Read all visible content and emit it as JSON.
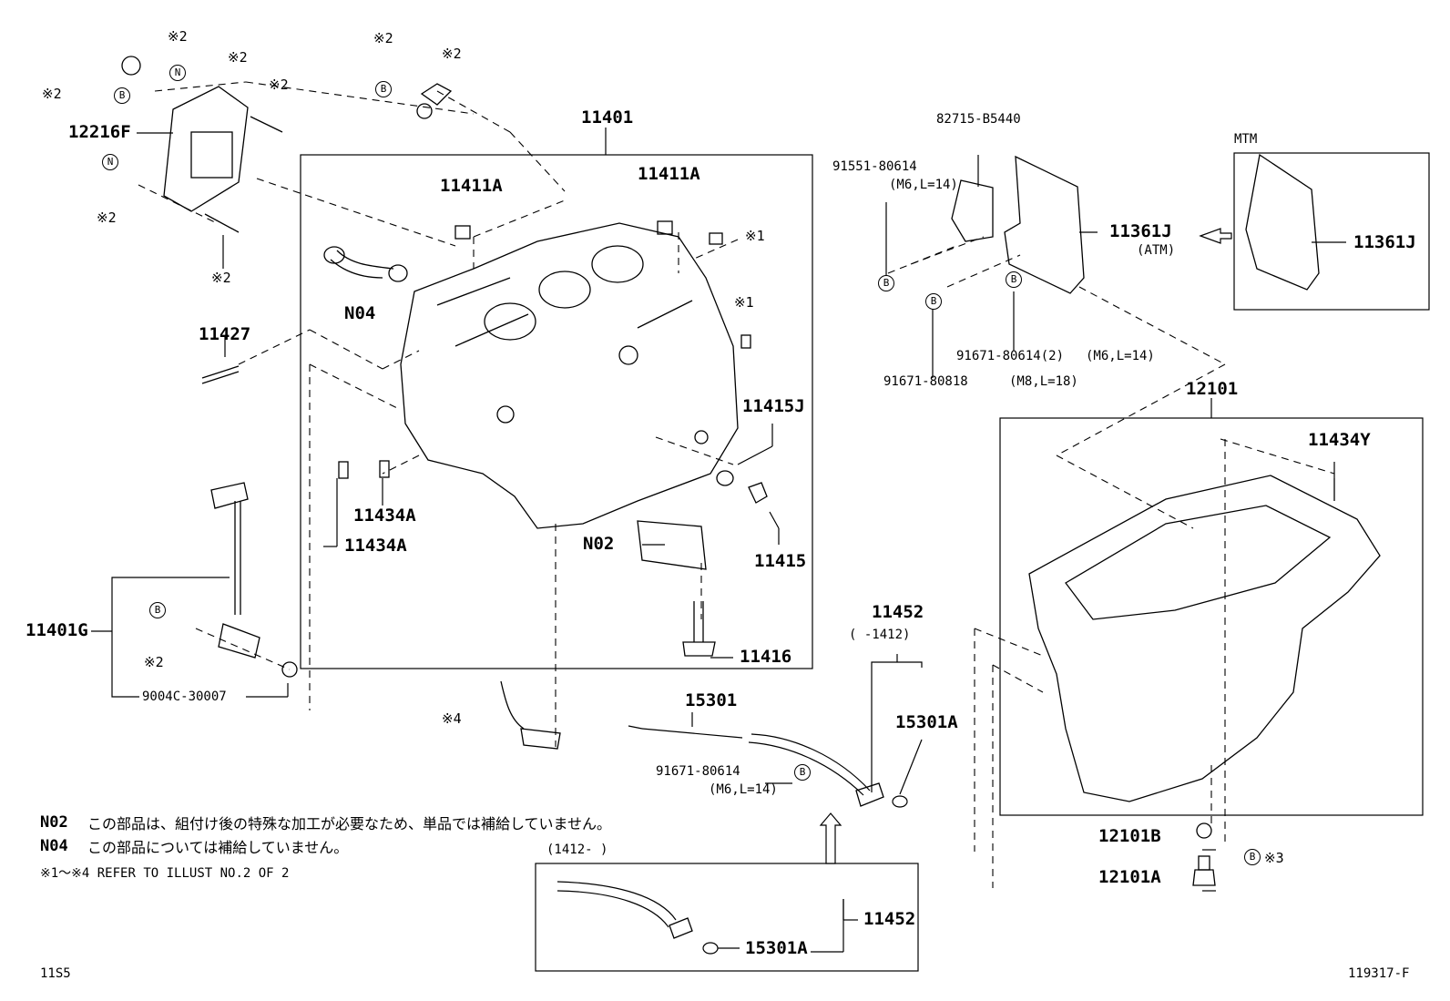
{
  "labels": {
    "p11401": "11401",
    "p11411a_1": "11411A",
    "p11411a_2": "11411A",
    "p12216f": "12216F",
    "pn04": "N04",
    "p11427": "11427",
    "p11415j": "11415J",
    "p11434a_1": "11434A",
    "p11434a_2": "11434A",
    "pn02": "N02",
    "p11415": "11415",
    "p11416": "11416",
    "p11401g": "11401G",
    "p9004c": "9004C-30007",
    "p82715": "82715-B5440",
    "p91551": "91551-80614",
    "p91551_spec": "(M6,L=14)",
    "p11361j_atm": "11361J",
    "atm": "(ATM)",
    "mtm": "MTM",
    "p11361j_mtm": "11361J",
    "p91671_80614_2": "91671-80614(2)",
    "p91671_80614_2_spec": "(M6,L=14)",
    "p91671_80818": "91671-80818",
    "p91671_80818_spec": "(M8,L=18)",
    "p12101": "12101",
    "p11434y": "11434Y",
    "p11452_top": "11452",
    "date_range_top": "(     -1412)",
    "p15301": "15301",
    "p15301a_top": "15301A",
    "p91671_80614": "91671-80614",
    "p91671_80614_spec": "(M6,L=14)",
    "p12101b": "12101B",
    "p12101a": "12101A",
    "date_range_bottom": "(1412-     )",
    "p11452_bottom": "11452",
    "p15301a_bottom": "15301A"
  },
  "marks": {
    "ref1": "※1",
    "ref2": "※2",
    "ref3": "※3",
    "ref4": "※4",
    "circle_b": "B",
    "circle_n": "N"
  },
  "notes": {
    "n02_code": "N02",
    "n02_text": "この部品は、組付け後の特殊な加工が必要なため、単品では補給していません。",
    "n04_code": "N04",
    "n04_text": "この部品については補給していません。",
    "refer_text": "※1～※4  REFER TO ILLUST NO.2 OF 2"
  },
  "footer": {
    "code": "11S5",
    "illust_id": "119317-F"
  }
}
